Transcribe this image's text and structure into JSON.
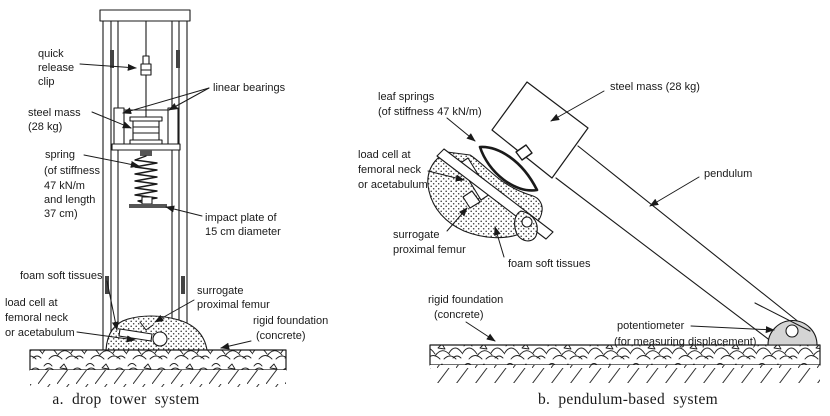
{
  "figure": {
    "panel_a": {
      "caption": "a. drop tower system",
      "labels": {
        "quick_release_clip": [
          "quick",
          "release",
          "clip"
        ],
        "steel_mass": [
          "steel mass",
          "(28 kg)"
        ],
        "spring": [
          "spring",
          "(of stiffness",
          "47 kN/m",
          "and length",
          "37 cm)"
        ],
        "linear_bearings": [
          "linear bearings"
        ],
        "impact_plate": [
          "impact plate of",
          "15 cm diameter"
        ],
        "foam_soft_tissues": [
          "foam soft tissues"
        ],
        "load_cell": [
          "load cell at",
          "femoral neck",
          "or acetabulum"
        ],
        "surrogate_femur": [
          "surrogate",
          "proximal femur"
        ],
        "rigid_foundation": [
          "rigid foundation",
          "(concrete)"
        ]
      }
    },
    "panel_b": {
      "caption": "b. pendulum-based system",
      "labels": {
        "leaf_springs": [
          "leaf springs",
          "(of stiffness 47 kN/m)"
        ],
        "steel_mass": [
          "steel mass (28 kg)"
        ],
        "load_cell": [
          "load cell at",
          "femoral neck",
          "or acetabulum"
        ],
        "surrogate_femur": [
          "surrogate",
          "proximal femur"
        ],
        "foam_soft_tissues": [
          "foam soft tissues"
        ],
        "pendulum": [
          "pendulum"
        ],
        "rigid_foundation": [
          "rigid foundation",
          "(concrete)"
        ],
        "potentiometer": [
          "potentiometer",
          "(for measuring displacement)"
        ]
      }
    },
    "colors": {
      "line": "#1a1a1a",
      "pivot_fill": "#d4d4d4",
      "background": "#ffffff"
    }
  }
}
